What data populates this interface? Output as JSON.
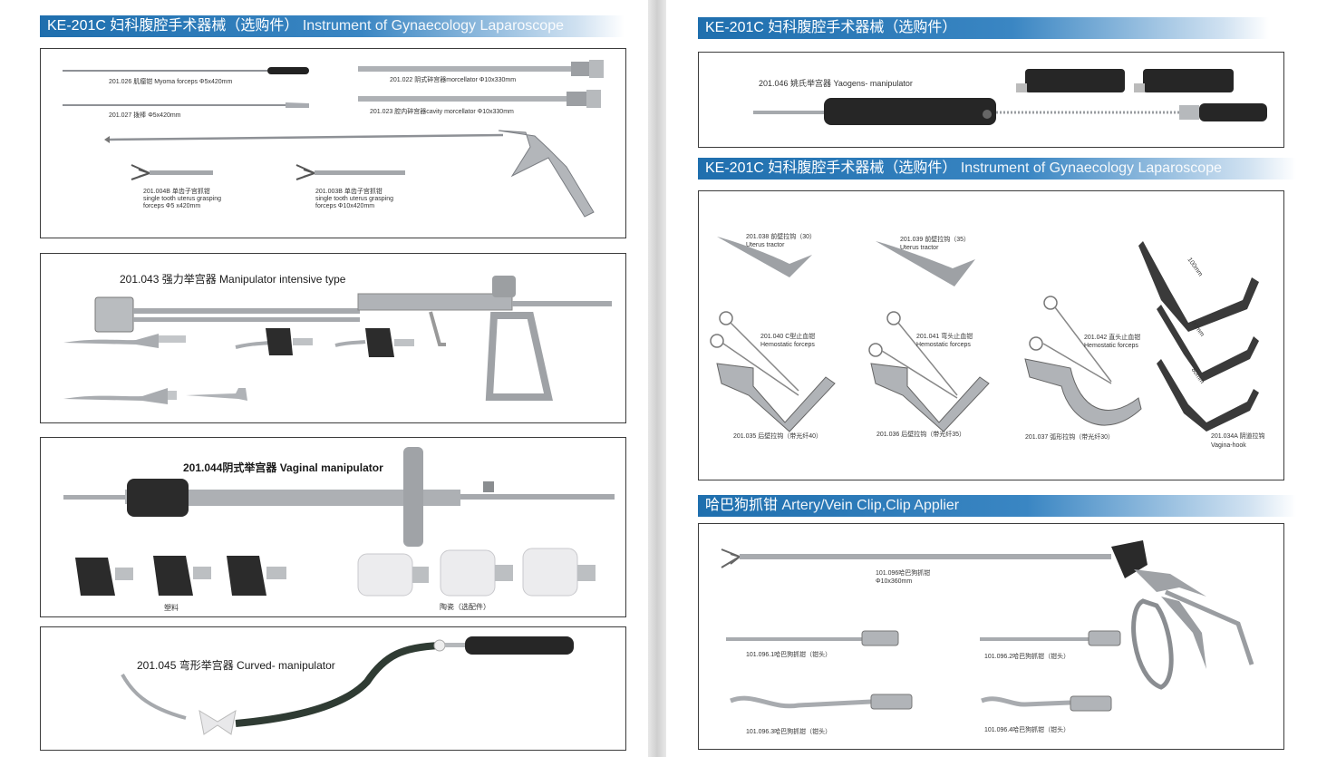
{
  "left": {
    "header": {
      "code": "KE-201C 妇科腹腔手术器械（选购件）",
      "en": "Instrument of Gynaecology Laparoscope"
    },
    "box1": {
      "myoma": "201.026 肌瘤钳 Myoma forceps Φ5x420mm",
      "stick": "201.027 拨棒 Φ5x420mm",
      "morcellator": "201.022 阴式碎宫器morcellator Φ10x330mm",
      "cavity": "201.023 腔内碎宫器cavity morcellator Φ10x330mm",
      "grasp1": [
        "201.004B 单齿子宫抓钳",
        "single tooth uterus grasping",
        "forceps Φ5 x420mm"
      ],
      "grasp2": [
        "201.003B 单齿子宫抓钳",
        "single tooth uterus grasping",
        "forceps Φ10x420mm"
      ]
    },
    "box2": {
      "title": "201.043 强力举宫器 Manipulator intensive type"
    },
    "box3": {
      "title": "201.044阴式举宫器 Vaginal manipulator",
      "plastic": "塑料",
      "ceramic": "陶瓷（选配件）"
    },
    "box4": {
      "title": "201.045 弯形举宫器 Curved- manipulator"
    }
  },
  "right": {
    "header1": {
      "code": "KE-201C 妇科腹腔手术器械（选购件）",
      "en": ""
    },
    "box1": {
      "title": "201.046 姚氏举宫器 Yaogens- manipulator"
    },
    "header2": {
      "code": "KE-201C 妇科腹腔手术器械（选购件）",
      "en": "Instrument of Gynaecology Laparoscope"
    },
    "box2": {
      "t038": "201.038 前壁拉钩（30）",
      "t038en": "Uterus tractor",
      "t039": "201.039 前壁拉钩（35）",
      "t039en": "Uterus tractor",
      "f040": "201.040 C型止血钳",
      "f040en": "Hemostatic forceps",
      "f041": "201.041 弯头止血钳",
      "f041en": "Hemostatic forceps",
      "f042": "201.042 直头止血钳",
      "f042en": "Hemostatic forceps",
      "r035": "201.035 后壁拉钩（带光纤40）",
      "r036": "201.036 后壁拉钩（带光纤35）",
      "r037": "201.037 弧形拉钩（带光纤30）",
      "hook": "201.034A 阴道拉钩",
      "hooken": "Vagina-hook",
      "m100": "100mm",
      "m90": "90mm",
      "m80": "80mm"
    },
    "header3": {
      "code": "哈巴狗抓钳",
      "en": "Artery/Vein Clip,Clip Applier"
    },
    "box3": {
      "applier": "101.096哈巴狗抓钳",
      "applier_size": "Φ10x360mm",
      "c1": "101.096.1哈巴狗抓钳（钳头）",
      "c2": "101.096.2哈巴狗抓钳（钳头）",
      "c3": "101.096.3哈巴狗抓钳（钳头）",
      "c4": "101.096.4哈巴狗抓钳（钳头）"
    }
  },
  "colors": {
    "header_blue": "#1f6fae",
    "steel": "#9a9da1",
    "black_handle": "#2a2a2a"
  }
}
